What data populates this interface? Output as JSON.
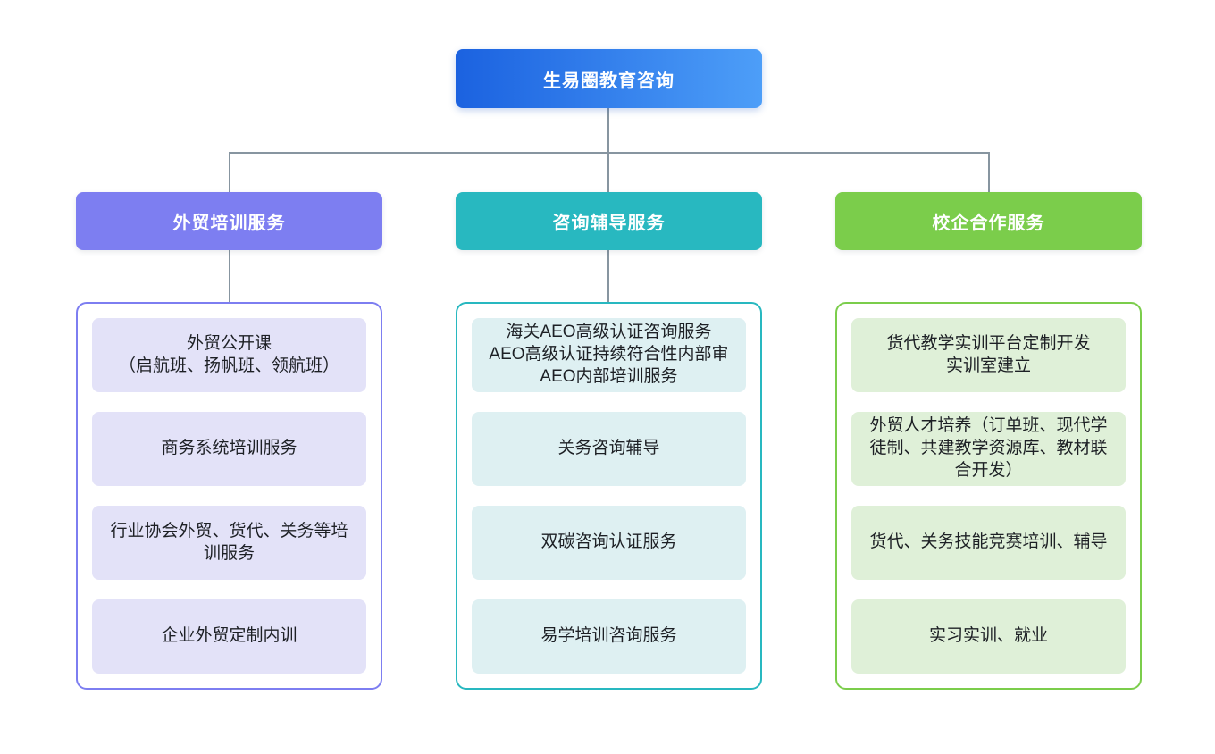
{
  "root": {
    "label": "生易圈教育咨询",
    "gradient_from": "#1b62e0",
    "gradient_to": "#4d9ef8"
  },
  "connector_color": "#8795a0",
  "branches": [
    {
      "label": "外贸培训服务",
      "accent": "#7d7ef1",
      "item_bg": "#e3e2f8",
      "items": [
        "外贸公开课\n（启航班、扬帆班、领航班）",
        "商务系统培训服务",
        "行业协会外贸、货代、关务等培训服务",
        "企业外贸定制内训"
      ]
    },
    {
      "label": "咨询辅导服务",
      "accent": "#28b8c0",
      "item_bg": "#def0f2",
      "items": [
        "海关AEO高级认证咨询服务\nAEO高级认证持续符合性内部审\nAEO内部培训服务",
        "关务咨询辅导",
        "双碳咨询认证服务",
        "易学培训咨询服务"
      ]
    },
    {
      "label": "校企合作服务",
      "accent": "#7bcd4b",
      "item_bg": "#dff0d8",
      "items": [
        "货代教学实训平台定制开发\n实训室建立",
        "外贸人才培养（订单班、现代学徒制、共建教学资源库、教材联合开发）",
        "货代、关务技能竞赛培训、辅导",
        "实习实训、就业"
      ]
    }
  ]
}
